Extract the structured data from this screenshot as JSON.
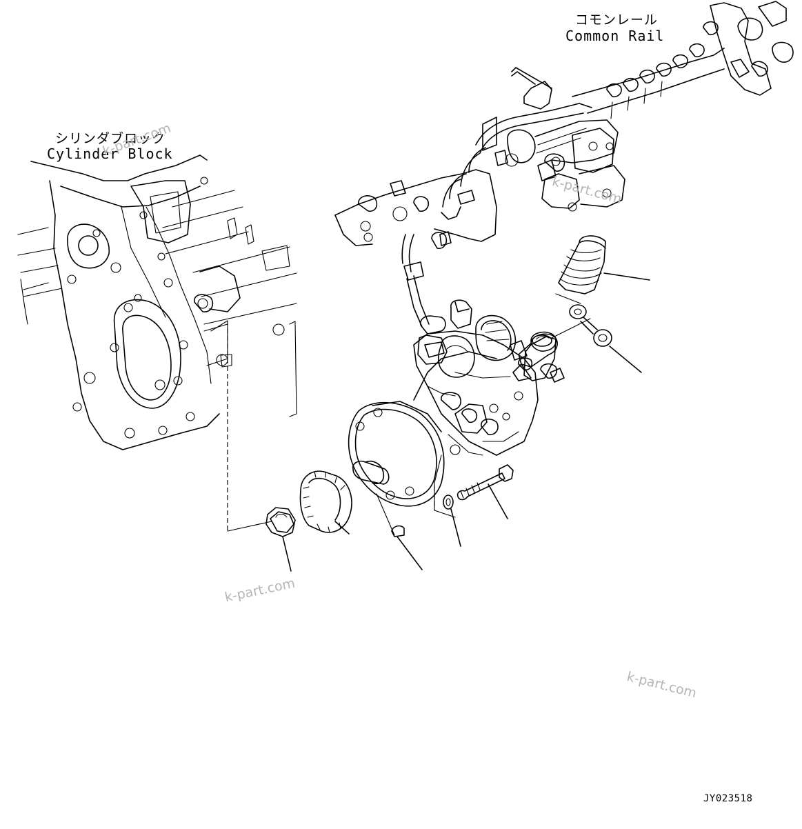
{
  "labels": {
    "common_rail_jp": "コモンレール",
    "common_rail_en": "Common Rail",
    "cylinder_block_jp": "シリンダブロック",
    "cylinder_block_en": "Cylinder Block"
  },
  "drawing_code": "JY023518",
  "watermarks": [
    "k-part.com",
    "k-part.com",
    "k-part.com",
    "k-part.com"
  ],
  "colors": {
    "line": "#000000",
    "background": "#ffffff",
    "watermark": "#b5b5b5"
  }
}
